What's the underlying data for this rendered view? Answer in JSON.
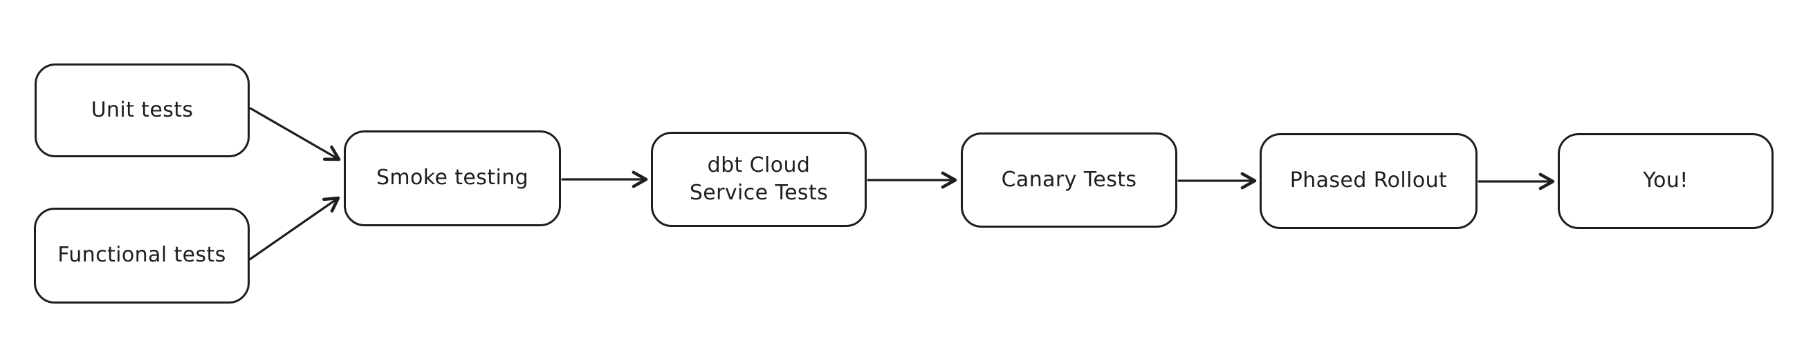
{
  "diagram": {
    "type": "flowchart",
    "background_color": "#ffffff",
    "stroke_color": "#1e1e1e",
    "artifact_dot_color": "#d96a6a",
    "nodes": [
      {
        "id": "unit-tests",
        "label": "Unit tests"
      },
      {
        "id": "functional-tests",
        "label": "Functional tests"
      },
      {
        "id": "smoke-testing",
        "label": "Smoke testing"
      },
      {
        "id": "dbt-cloud-service-tests",
        "label": "dbt Cloud\nService Tests"
      },
      {
        "id": "canary-tests",
        "label": "Canary Tests"
      },
      {
        "id": "phased-rollout",
        "label": "Phased Rollout"
      },
      {
        "id": "you",
        "label": "You!"
      }
    ],
    "edges": [
      {
        "from": "unit-tests",
        "to": "smoke-testing"
      },
      {
        "from": "functional-tests",
        "to": "smoke-testing"
      },
      {
        "from": "smoke-testing",
        "to": "dbt-cloud-service-tests"
      },
      {
        "from": "dbt-cloud-service-tests",
        "to": "canary-tests"
      },
      {
        "from": "canary-tests",
        "to": "phased-rollout"
      },
      {
        "from": "phased-rollout",
        "to": "you"
      }
    ]
  }
}
